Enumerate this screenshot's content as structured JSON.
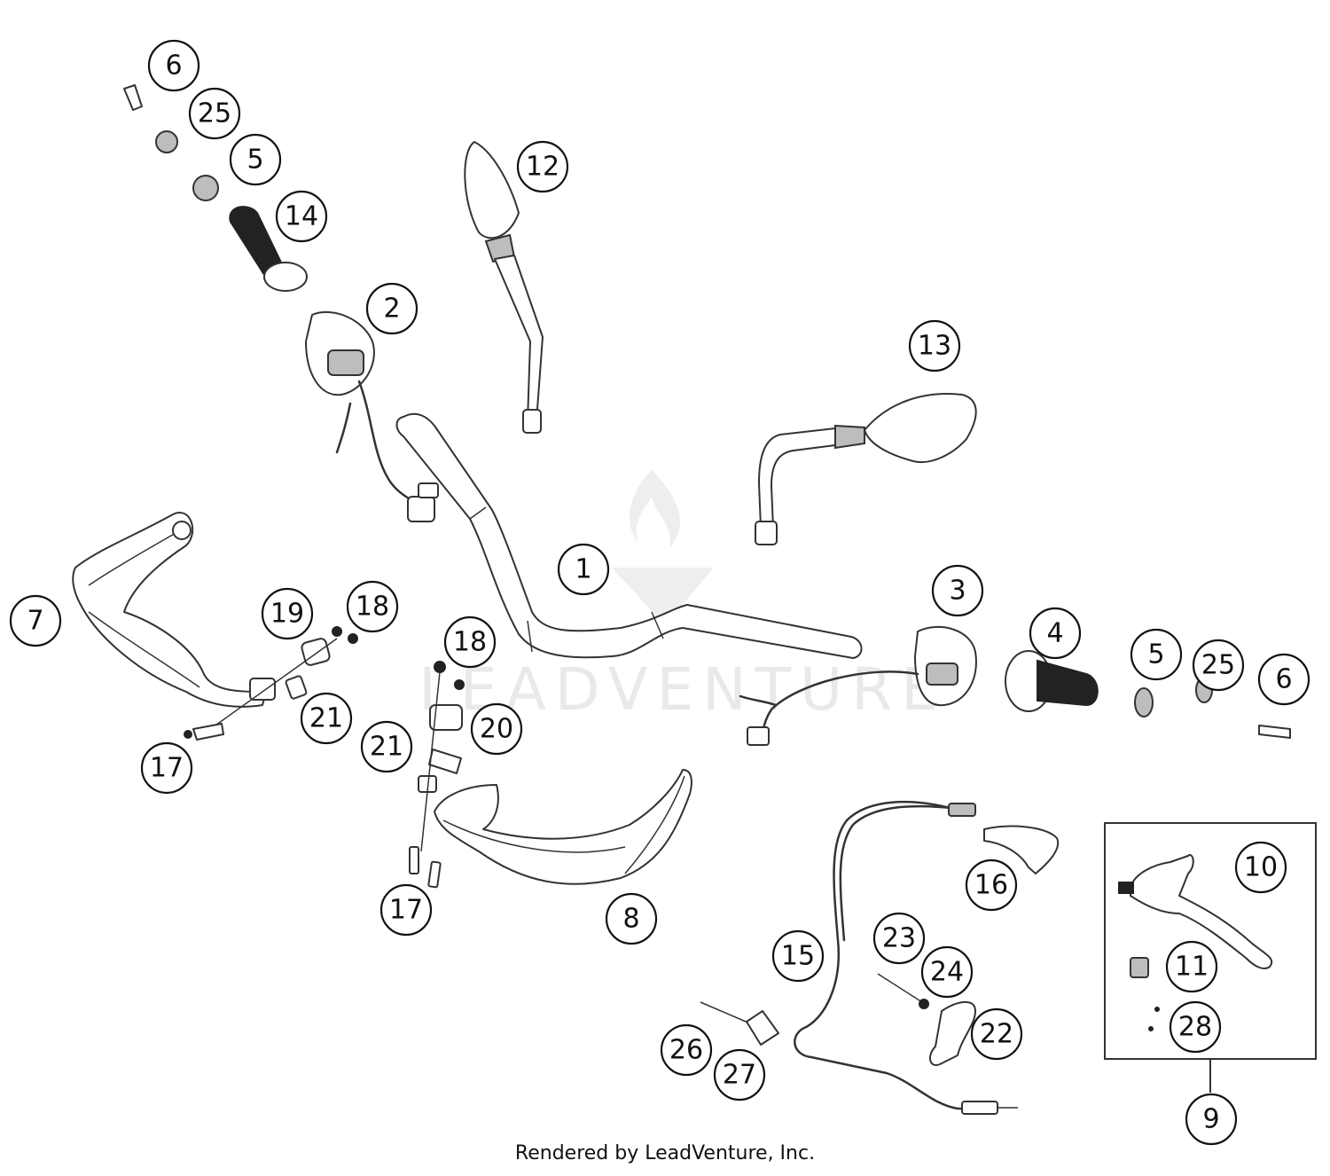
{
  "watermark": {
    "text": "LEADVENTURE"
  },
  "footer": {
    "text": "Rendered by LeadVenture, Inc."
  },
  "callouts": [
    {
      "id": "c6-top",
      "label": "6"
    },
    {
      "id": "c25-top",
      "label": "25"
    },
    {
      "id": "c5-top",
      "label": "5"
    },
    {
      "id": "c14",
      "label": "14"
    },
    {
      "id": "c12",
      "label": "12"
    },
    {
      "id": "c2",
      "label": "2"
    },
    {
      "id": "c13",
      "label": "13"
    },
    {
      "id": "c1",
      "label": "1"
    },
    {
      "id": "c3",
      "label": "3"
    },
    {
      "id": "c4",
      "label": "4"
    },
    {
      "id": "c5-right",
      "label": "5"
    },
    {
      "id": "c25-right",
      "label": "25"
    },
    {
      "id": "c6-right",
      "label": "6"
    },
    {
      "id": "c7",
      "label": "7"
    },
    {
      "id": "c19",
      "label": "19"
    },
    {
      "id": "c18-left",
      "label": "18"
    },
    {
      "id": "c18-mid",
      "label": "18"
    },
    {
      "id": "c21-left",
      "label": "21"
    },
    {
      "id": "c20",
      "label": "20"
    },
    {
      "id": "c21-mid",
      "label": "21"
    },
    {
      "id": "c17-left",
      "label": "17"
    },
    {
      "id": "c17-mid",
      "label": "17"
    },
    {
      "id": "c8",
      "label": "8"
    },
    {
      "id": "c16",
      "label": "16"
    },
    {
      "id": "c10",
      "label": "10"
    },
    {
      "id": "c11",
      "label": "11"
    },
    {
      "id": "c28",
      "label": "28"
    },
    {
      "id": "c9",
      "label": "9"
    },
    {
      "id": "c15",
      "label": "15"
    },
    {
      "id": "c23",
      "label": "23"
    },
    {
      "id": "c24",
      "label": "24"
    },
    {
      "id": "c22",
      "label": "22"
    },
    {
      "id": "c26",
      "label": "26"
    },
    {
      "id": "c27",
      "label": "27"
    }
  ]
}
